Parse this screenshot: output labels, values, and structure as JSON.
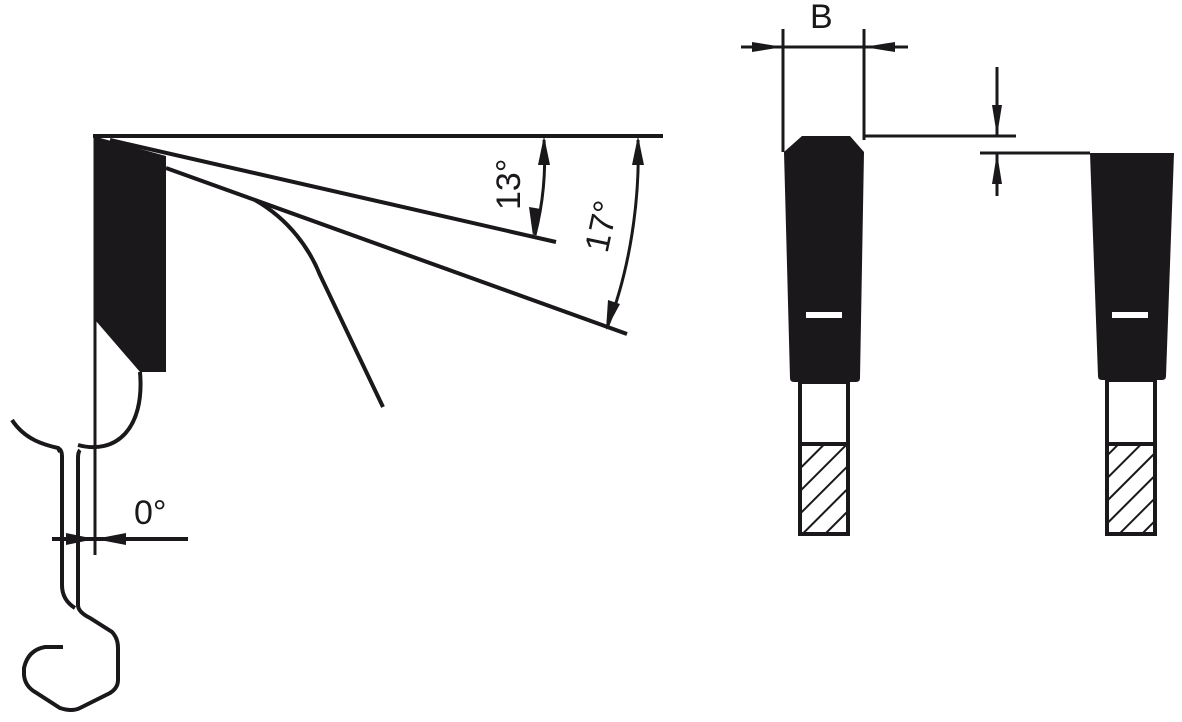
{
  "diagram": {
    "subject": "Saw blade tooth geometry",
    "colors": {
      "ink": "#1b181c",
      "background": "#ffffff"
    },
    "side_view": {
      "labels": {
        "hook_angle": "0°",
        "clearance_angle_1": "13°",
        "clearance_angle_2": "17°"
      }
    },
    "front_view": {
      "labels": {
        "kerf_width": "B"
      },
      "teeth": [
        {
          "id": "tooth-1",
          "tip": "trapezoid-chamfered"
        },
        {
          "id": "tooth-2",
          "tip": "flat-lower"
        }
      ]
    }
  }
}
